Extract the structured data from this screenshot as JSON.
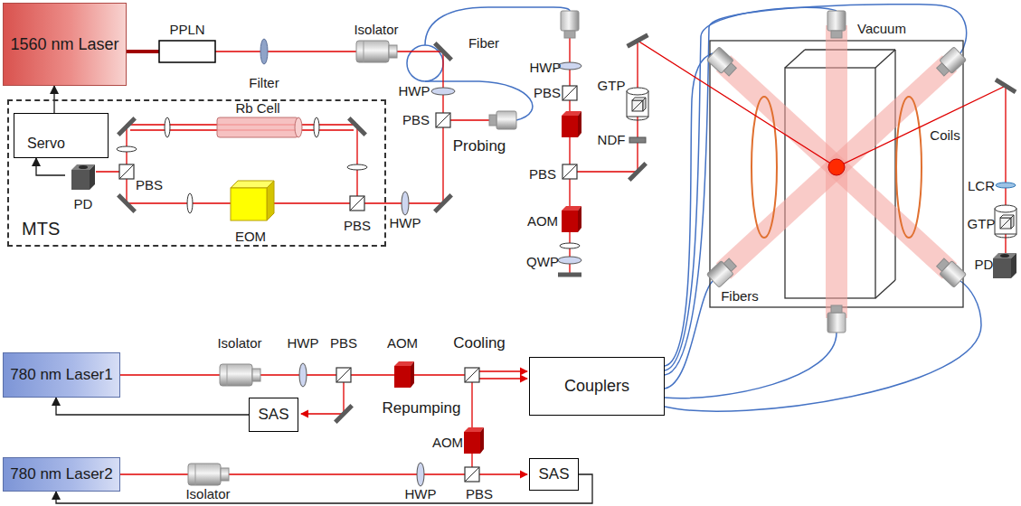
{
  "diagram": {
    "nodes": [
      {
        "text": [
          "1560 nm Laser"
        ]
      },
      {
        "text": [
          "MTS"
        ]
      },
      {
        "text": [
          "Servo"
        ],
        "in": 1
      },
      {
        "text": [
          "PD"
        ],
        "in": 1
      },
      {
        "text": [
          "Couplers"
        ]
      },
      {
        "text": [
          "780 nm Laser1"
        ]
      },
      {
        "text": [
          "SAS"
        ]
      },
      {
        "text": [
          "780 nm Laser2"
        ]
      },
      {
        "text": [
          "SAS"
        ]
      }
    ],
    "edges": [
      {
        "from": 2,
        "to": 0,
        "arrow": "to"
      },
      {
        "from": 3,
        "to": 2,
        "arrow": "to"
      },
      {
        "from": 6,
        "to": 5,
        "arrow": "to"
      },
      {
        "from": 8,
        "to": 7,
        "arrow": "to"
      }
    ],
    "labels": [
      "PPLN",
      "Filter",
      "Isolator",
      "Fiber",
      "HWP",
      "PBS",
      "Probing",
      "HWP",
      "PBS",
      "PBS",
      "AOM",
      "QWP",
      "GTP",
      "NDF",
      "Vacuum",
      "Coils",
      "LCR",
      "GTP",
      "PD",
      "Fibers",
      "Rb Cell",
      "PBS",
      "EOM",
      "HWP",
      "PBS",
      "Isolator",
      "HWP",
      "PBS",
      "AOM",
      "Cooling",
      "Repumping",
      "AOM",
      "Isolator",
      "HWP",
      "PBS"
    ]
  }
}
